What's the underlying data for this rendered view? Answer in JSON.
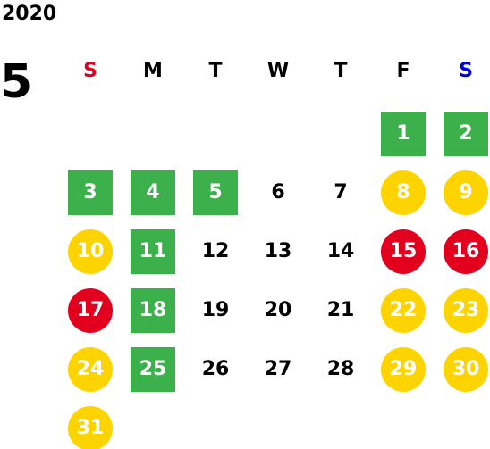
{
  "calendar": {
    "year": "2020",
    "month": "5",
    "weekdays": [
      {
        "label": "S",
        "color": "#e3001f"
      },
      {
        "label": "M",
        "color": "#000000"
      },
      {
        "label": "T",
        "color": "#000000"
      },
      {
        "label": "W",
        "color": "#000000"
      },
      {
        "label": "T",
        "color": "#000000"
      },
      {
        "label": "F",
        "color": "#000000"
      },
      {
        "label": "S",
        "color": "#0000e6"
      }
    ],
    "legend_colors": {
      "green": "#3bb04b",
      "yellow": "#fed400",
      "red": "#e3001f"
    },
    "weeks": [
      [
        null,
        null,
        null,
        null,
        null,
        {
          "day": "1",
          "style": "green"
        },
        {
          "day": "2",
          "style": "green"
        }
      ],
      [
        {
          "day": "3",
          "style": "green"
        },
        {
          "day": "4",
          "style": "green"
        },
        {
          "day": "5",
          "style": "green"
        },
        {
          "day": "6",
          "style": "plain"
        },
        {
          "day": "7",
          "style": "plain"
        },
        {
          "day": "8",
          "style": "yellow"
        },
        {
          "day": "9",
          "style": "yellow"
        }
      ],
      [
        {
          "day": "10",
          "style": "yellow"
        },
        {
          "day": "11",
          "style": "green"
        },
        {
          "day": "12",
          "style": "plain"
        },
        {
          "day": "13",
          "style": "plain"
        },
        {
          "day": "14",
          "style": "plain"
        },
        {
          "day": "15",
          "style": "red"
        },
        {
          "day": "16",
          "style": "red"
        }
      ],
      [
        {
          "day": "17",
          "style": "red"
        },
        {
          "day": "18",
          "style": "green"
        },
        {
          "day": "19",
          "style": "plain"
        },
        {
          "day": "20",
          "style": "plain"
        },
        {
          "day": "21",
          "style": "plain"
        },
        {
          "day": "22",
          "style": "yellow"
        },
        {
          "day": "23",
          "style": "yellow"
        }
      ],
      [
        {
          "day": "24",
          "style": "yellow"
        },
        {
          "day": "25",
          "style": "green"
        },
        {
          "day": "26",
          "style": "plain"
        },
        {
          "day": "27",
          "style": "plain"
        },
        {
          "day": "28",
          "style": "plain"
        },
        {
          "day": "29",
          "style": "yellow"
        },
        {
          "day": "30",
          "style": "yellow"
        }
      ],
      [
        {
          "day": "31",
          "style": "yellow"
        },
        null,
        null,
        null,
        null,
        null,
        null
      ]
    ]
  }
}
